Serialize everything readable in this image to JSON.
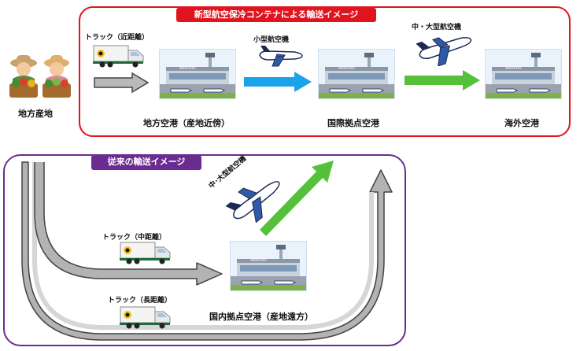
{
  "new_section": {
    "title": "新型航空保冷コンテナによる輸送イメージ",
    "truck_label": "トラック（近距離）",
    "small_plane_label": "小型航空機",
    "large_plane_label": "中・大型航空機",
    "airport_regional": "地方空港（産地近傍）",
    "airport_hub": "国際拠点空港",
    "airport_overseas": "海外空港"
  },
  "producer_label": "地方産地",
  "old_section": {
    "title": "従来の輸送イメージ",
    "truck_mid_label": "トラック（中距離）",
    "truck_long_label": "トラック（長距離）",
    "plane_label": "中･大型航空機",
    "airport_domestic": "国内拠点空港（産地遠方）"
  },
  "colors": {
    "new_border": "#e0141e",
    "old_border": "#6a2c91",
    "arrow_gray": "#a9a9a9",
    "arrow_blue": "#1aa3e8",
    "arrow_green": "#55c13a"
  },
  "icons": [
    "farmer-icon",
    "truck-icon",
    "airplane-icon",
    "airport-icon"
  ],
  "airport_sign": "AIRPORT"
}
